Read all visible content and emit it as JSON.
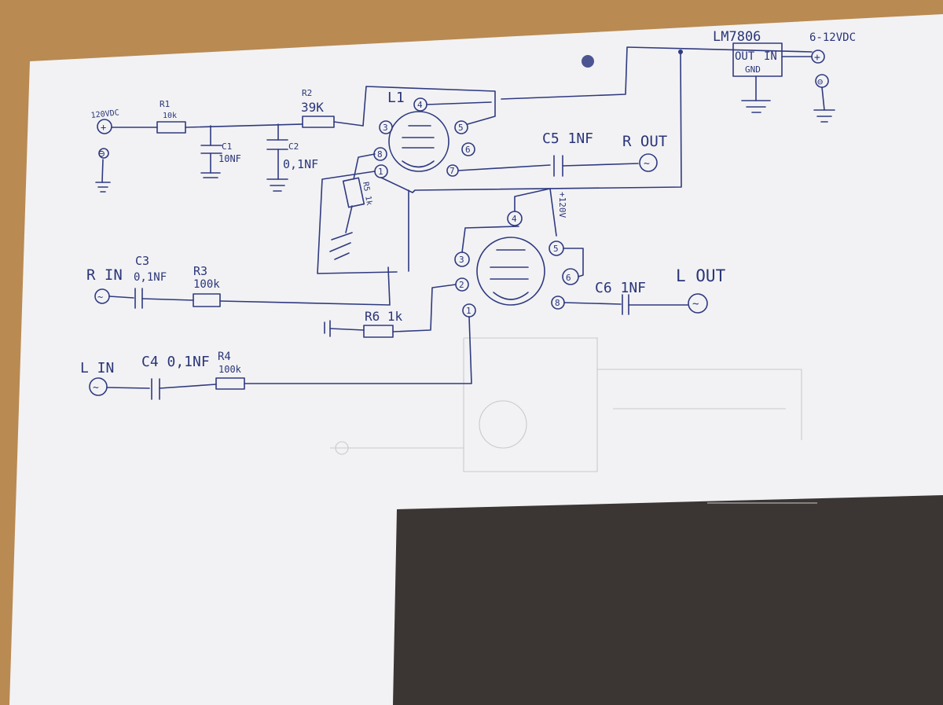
{
  "colors": {
    "desk": "#b98a52",
    "paper": "#f2f2f4",
    "ink": "#2f3a80",
    "shadow": "#2b2523"
  },
  "labels": {
    "v120": "120VDC",
    "plus": "+",
    "minus": "⊖",
    "r1_name": "R1",
    "r1_val": "10k",
    "c1_name": "C1",
    "c1_val": "10NF",
    "c2_name": "C2",
    "c2_val": "0,1NF",
    "r2_name": "R2",
    "r2_val": "39K",
    "l1": "L1",
    "r5": "R5 1k",
    "c5": "C5 1NF",
    "rout": "R OUT",
    "ac": "~",
    "lm": "LM7806",
    "out": "OUT",
    "in": "IN",
    "gnd": "GND",
    "v612": "6-12VDC",
    "rin": "R IN",
    "c3_name": "C3",
    "c3_val": "0,1NF",
    "r3_name": "R3",
    "r3_val": "100k",
    "r6": "R6 1k",
    "lin": "L IN",
    "c4": "C4 0,1NF",
    "r4_name": "R4",
    "r4_val": "100k",
    "v120b": "+120V",
    "c6": "C6 1NF",
    "lout": "L OUT",
    "p1": "1",
    "p2": "2",
    "p3": "3",
    "p4": "4",
    "p5": "5",
    "p6": "6",
    "p7": "7",
    "p8": "8"
  }
}
